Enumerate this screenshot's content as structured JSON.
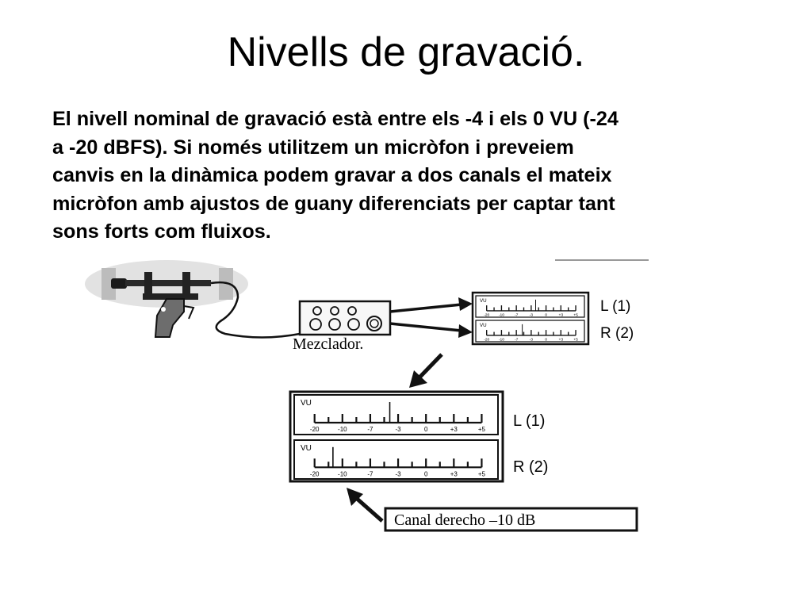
{
  "slide": {
    "title": "Nivells de gravació.",
    "body": [
      "El nivell nominal de gravació està entre els -4 i els 0 VU (-24",
      "a -20 dBFS). Si només utilitzem un micròfon i preveiem",
      "canvis en la dinàmica podem gravar a dos canals el mateix",
      "micròfon amb ajustos de guany diferenciats per captar tant",
      "sons forts com fluixos."
    ]
  },
  "diagram": {
    "mixer_label": "Mezclador.",
    "meter_label": "VU",
    "scale": [
      "-20",
      "-10",
      "-7",
      "-3",
      "0",
      "+3",
      "+5"
    ],
    "channels": [
      {
        "label": "L (1)"
      },
      {
        "label": "R (2)"
      }
    ],
    "levels": {
      "small_left": 0.55,
      "small_right": 0.4,
      "large_left": 0.45,
      "large_right": 0.11
    },
    "callout": "Canal derecho –10 dB"
  }
}
